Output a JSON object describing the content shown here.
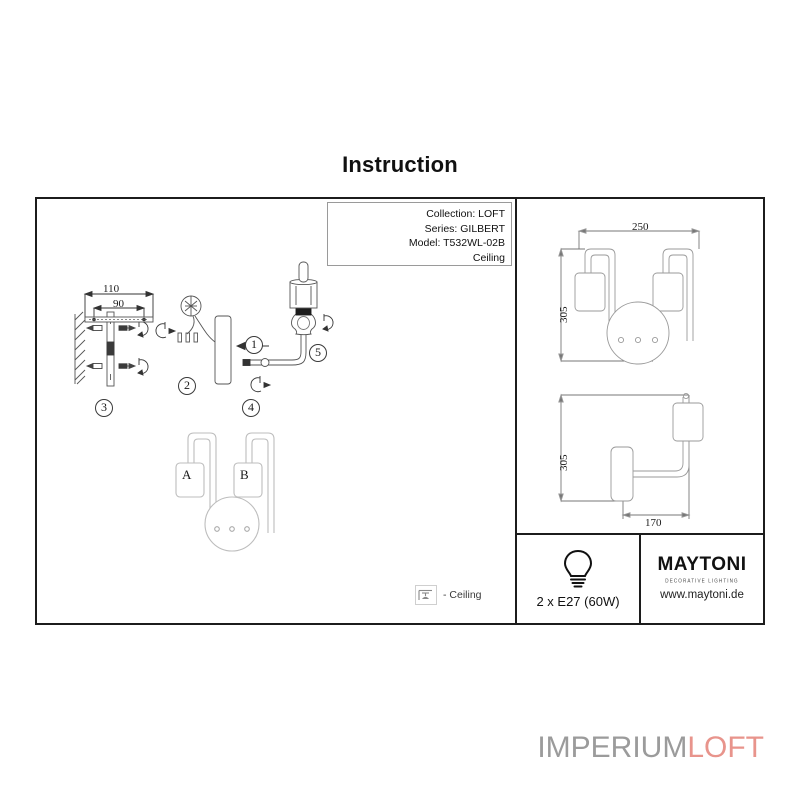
{
  "page": {
    "title": "Instruction"
  },
  "product_info": {
    "collection": "Collection: LOFT",
    "series": "Series: GILBERT",
    "model": "Model: T532WL-02B",
    "mounting": "Ceiling"
  },
  "assembly": {
    "bracket_dimensions": {
      "outer": "110",
      "inner": "90"
    },
    "steps": [
      {
        "number": "1",
        "label": "①"
      },
      {
        "number": "2",
        "label": "②"
      },
      {
        "number": "3",
        "label": "③"
      },
      {
        "number": "4",
        "label": "④"
      },
      {
        "number": "5",
        "label": "⑤"
      }
    ],
    "lamp_labels": [
      "A",
      "B"
    ]
  },
  "views": {
    "front": {
      "width_dim": "250",
      "height_dim": "305"
    },
    "side": {
      "height_dim": "305",
      "depth_dim": "170"
    }
  },
  "legend": {
    "ceiling_label": "- Ceiling",
    "ceiling_icon": "ceiling-mount-icon"
  },
  "lamp_spec": {
    "icon": "light-bulb-icon",
    "text": "2 x E27 (60W)"
  },
  "brand": {
    "name": "MAYTONI",
    "tagline": "DECORATIVE LIGHTING",
    "url": "www.maytoni.de"
  },
  "footer": {
    "logo_first": "IMPERIUM",
    "logo_second": "LOFT",
    "color_first": "#9b9b9b",
    "color_second": "#e8948c"
  }
}
